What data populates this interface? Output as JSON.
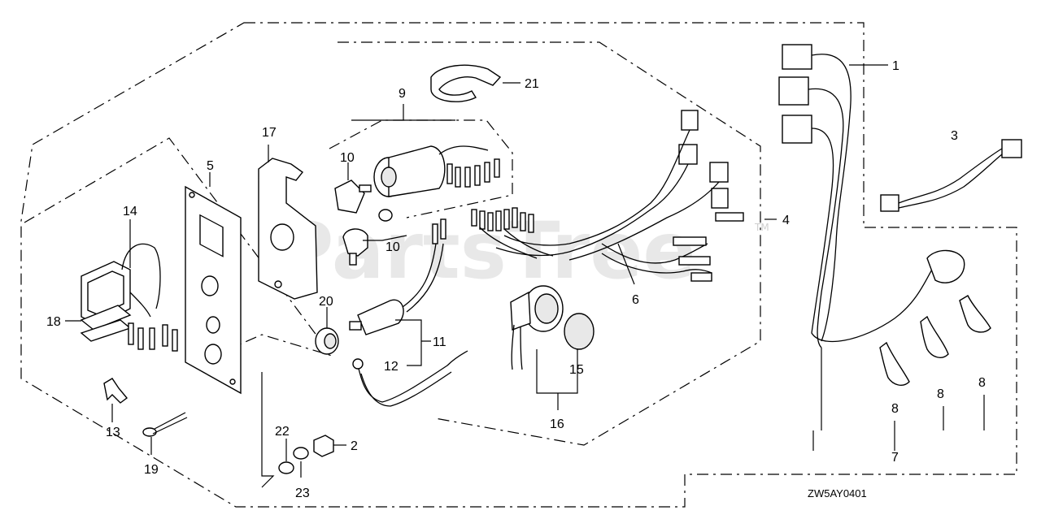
{
  "diagram": {
    "code": "ZW5AY0401",
    "watermark": "PartsTree",
    "watermark_tm": "TM",
    "callouts": {
      "c1": "1",
      "c2": "2",
      "c3": "3",
      "c4": "4",
      "c5": "5",
      "c6": "6",
      "c7": "7",
      "c8a": "8",
      "c8b": "8",
      "c8c": "8",
      "c9": "9",
      "c10a": "10",
      "c10b": "10",
      "c11": "11",
      "c12": "12",
      "c13": "13",
      "c14": "14",
      "c15": "15",
      "c16": "16",
      "c17": "17",
      "c18": "18",
      "c19": "19",
      "c20": "20",
      "c21": "21",
      "c22": "22",
      "c23": "23"
    }
  }
}
